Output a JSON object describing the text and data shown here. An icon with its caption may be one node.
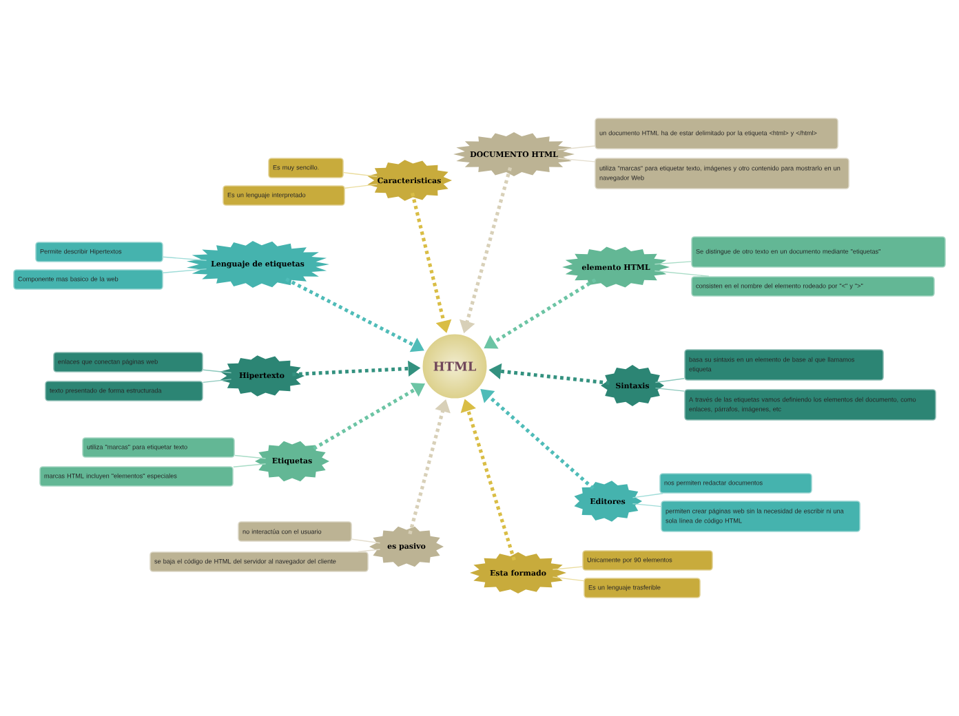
{
  "diagram": {
    "nodes": [
      {
        "text": [
          "HTML"
        ]
      },
      {
        "text": [
          "Caracteristicas"
        ]
      },
      {
        "text": [
          "Es muy sencillo."
        ]
      },
      {
        "text": [
          "Es un lenguaje interpretado"
        ]
      },
      {
        "text": [
          "DOCUMENTO HTML"
        ]
      },
      {
        "text": [
          "un documento HTML ha de estar delimitado por la etiqueta <html> y </html>"
        ]
      },
      {
        "text": [
          "utiliza \"marcas\" para etiquetar texto, imágenes y otro contenido para mostrarlo en un navegador Web"
        ]
      },
      {
        "text": [
          "Lenguaje de etiquetas"
        ]
      },
      {
        "text": [
          "Permite describir Hipertextos"
        ]
      },
      {
        "text": [
          "Componente mas basico de la web"
        ]
      },
      {
        "text": [
          "elemento HTML"
        ]
      },
      {
        "text": [
          "Se distingue de otro texto en un documento mediante \"etiquetas\""
        ]
      },
      {
        "text": [
          "consisten en el nombre del elemento rodeado por \"<\" y \">\""
        ]
      },
      {
        "text": [
          "Hipertexto"
        ]
      },
      {
        "text": [
          "enlaces que conectan páginas web"
        ]
      },
      {
        "text": [
          "texto presentado de forma estructurada"
        ]
      },
      {
        "text": [
          "Sintaxis"
        ]
      },
      {
        "text": [
          "basa su sintaxis en un elemento de base al que llamamos etiqueta"
        ]
      },
      {
        "text": [
          "A través de las etiquetas vamos definiendo los elementos del documento, como enlaces, párrafos, imágenes, etc"
        ]
      },
      {
        "text": [
          "Etiquetas"
        ]
      },
      {
        "text": [
          "utiliza \"marcas\" para etiquetar texto"
        ]
      },
      {
        "text": [
          "marcas HTML incluyen \"elementos\" especiales"
        ]
      },
      {
        "text": [
          "Editores"
        ]
      },
      {
        "text": [
          "nos permiten redactar documentos"
        ]
      },
      {
        "text": [
          "permiten crear páginas web sin la necesidad de escribir ni una sola línea de código HTML"
        ]
      },
      {
        "text": [
          "es pasivo"
        ]
      },
      {
        "text": [
          "no interactúa con el usuario"
        ]
      },
      {
        "text": [
          "se baja el código de HTML del servidor al navegador del cliente"
        ]
      },
      {
        "text": [
          "Esta formado"
        ]
      },
      {
        "text": [
          "Unicamente por 90 elementos"
        ]
      },
      {
        "text": [
          "Es un lenguaje trasferible"
        ]
      }
    ],
    "edges": [
      {
        "from": 1,
        "to": 0,
        "arrow": "to",
        "style": "dashed",
        "color": "#d9bd45"
      },
      {
        "from": 4,
        "to": 0,
        "arrow": "to",
        "style": "dashed",
        "color": "#d8d0b8"
      },
      {
        "from": 7,
        "to": 0,
        "arrow": "to",
        "style": "dashed",
        "color": "#4fbcb8"
      },
      {
        "from": 10,
        "to": 0,
        "arrow": "to",
        "style": "dashed",
        "color": "#6cc4a4"
      },
      {
        "from": 13,
        "to": 0,
        "arrow": "to",
        "style": "dashed",
        "color": "#33917f"
      },
      {
        "from": 16,
        "to": 0,
        "arrow": "to",
        "style": "dashed",
        "color": "#33917f"
      },
      {
        "from": 19,
        "to": 0,
        "arrow": "to",
        "style": "dashed",
        "color": "#6cc4a4"
      },
      {
        "from": 22,
        "to": 0,
        "arrow": "to",
        "style": "dashed",
        "color": "#4fbcb8"
      },
      {
        "from": 25,
        "to": 0,
        "arrow": "to",
        "style": "dashed",
        "color": "#d8d0b8"
      },
      {
        "from": 28,
        "to": 0,
        "arrow": "to",
        "style": "dashed",
        "color": "#d9bd45"
      },
      {
        "from": 1,
        "to": 2,
        "arrow": "none",
        "color": "#eadc9c"
      },
      {
        "from": 1,
        "to": 3,
        "arrow": "none",
        "color": "#eadc9c"
      },
      {
        "from": 4,
        "to": 5,
        "arrow": "none",
        "color": "#e4dece"
      },
      {
        "from": 4,
        "to": 6,
        "arrow": "none",
        "color": "#e4dece"
      },
      {
        "from": 7,
        "to": 8,
        "arrow": "none",
        "color": "#9edcd8"
      },
      {
        "from": 7,
        "to": 9,
        "arrow": "none",
        "color": "#9edcd8"
      },
      {
        "from": 10,
        "to": 11,
        "arrow": "none",
        "color": "#a8dcc6"
      },
      {
        "from": 10,
        "to": 12,
        "arrow": "none",
        "color": "#a8dcc6"
      },
      {
        "from": 13,
        "to": 14,
        "arrow": "none",
        "color": "#8cc8bc"
      },
      {
        "from": 13,
        "to": 15,
        "arrow": "none",
        "color": "#8cc8bc"
      },
      {
        "from": 16,
        "to": 17,
        "arrow": "none",
        "color": "#8cc8bc"
      },
      {
        "from": 16,
        "to": 18,
        "arrow": "none",
        "color": "#8cc8bc"
      },
      {
        "from": 19,
        "to": 20,
        "arrow": "none",
        "color": "#a8dcc6"
      },
      {
        "from": 19,
        "to": 21,
        "arrow": "none",
        "color": "#a8dcc6"
      },
      {
        "from": 22,
        "to": 23,
        "arrow": "none",
        "color": "#9edcd8"
      },
      {
        "from": 22,
        "to": 24,
        "arrow": "none",
        "color": "#9edcd8"
      },
      {
        "from": 25,
        "to": 26,
        "arrow": "none",
        "color": "#e4dece"
      },
      {
        "from": 25,
        "to": 27,
        "arrow": "none",
        "color": "#e4dece"
      },
      {
        "from": 28,
        "to": 29,
        "arrow": "none",
        "color": "#eadc9c"
      },
      {
        "from": 28,
        "to": 30,
        "arrow": "none",
        "color": "#eadc9c"
      }
    ]
  }
}
